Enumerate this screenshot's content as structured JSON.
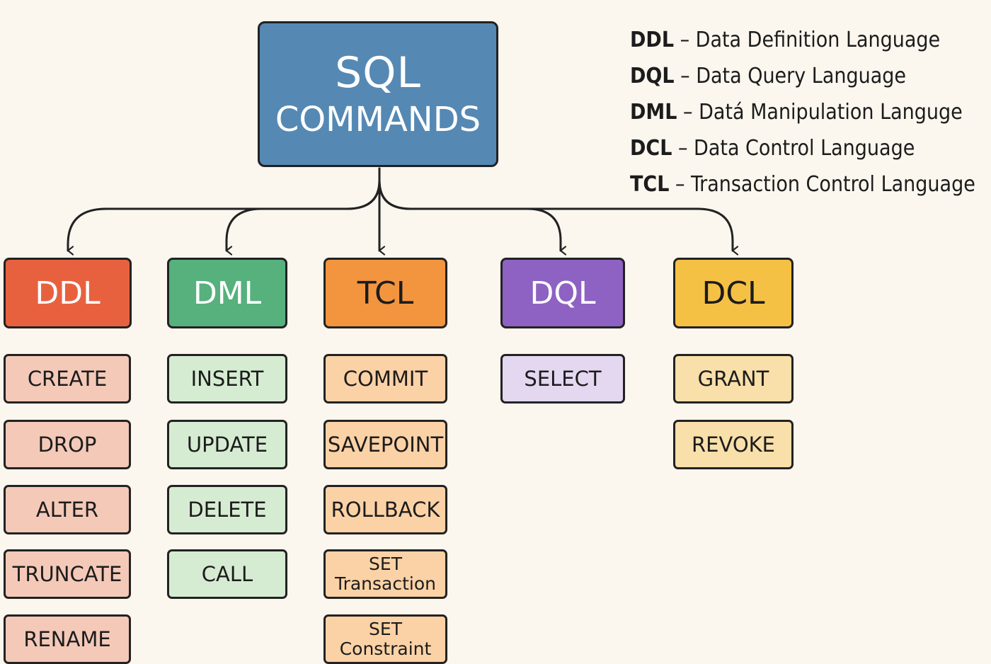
{
  "root": {
    "line1": "SQL",
    "line2": "COMMANDS"
  },
  "legend": [
    {
      "abbr": "DDL",
      "text": " – Data Definition Language"
    },
    {
      "abbr": "DQL",
      "text": " – Data Query Language"
    },
    {
      "abbr": "DML",
      "text": " – Datá Manipulation Languge"
    },
    {
      "abbr": "DCL",
      "text": " – Data Control Language"
    },
    {
      "abbr": "TCL",
      "text": " – Transaction Control Language"
    }
  ],
  "categories": [
    {
      "label": "DDL",
      "color": "#e8613f",
      "text_color": "#ffffff",
      "command_color": "#f4c9b8",
      "commands": [
        "CREATE",
        "DROP",
        "ALTER",
        "TRUNCATE",
        "RENAME"
      ]
    },
    {
      "label": "DML",
      "color": "#56b17d",
      "text_color": "#ffffff",
      "command_color": "#d6ecd2",
      "commands": [
        "INSERT",
        "UPDATE",
        "DELETE",
        "CALL"
      ]
    },
    {
      "label": "TCL",
      "color": "#f2953e",
      "text_color": "#1c1c1c",
      "command_color": "#fbd2a6",
      "commands": [
        "COMMIT",
        "SAVEPOINT",
        "ROLLBACK",
        "SET\nTransaction",
        "SET\nConstraint"
      ]
    },
    {
      "label": "DQL",
      "color": "#8e62c2",
      "text_color": "#ffffff",
      "command_color": "#e4d7f0",
      "commands": [
        "SELECT"
      ]
    },
    {
      "label": "DCL",
      "color": "#f5c145",
      "text_color": "#1c1c1c",
      "command_color": "#f9dfa9",
      "commands": [
        "GRANT",
        "REVOKE"
      ]
    }
  ]
}
